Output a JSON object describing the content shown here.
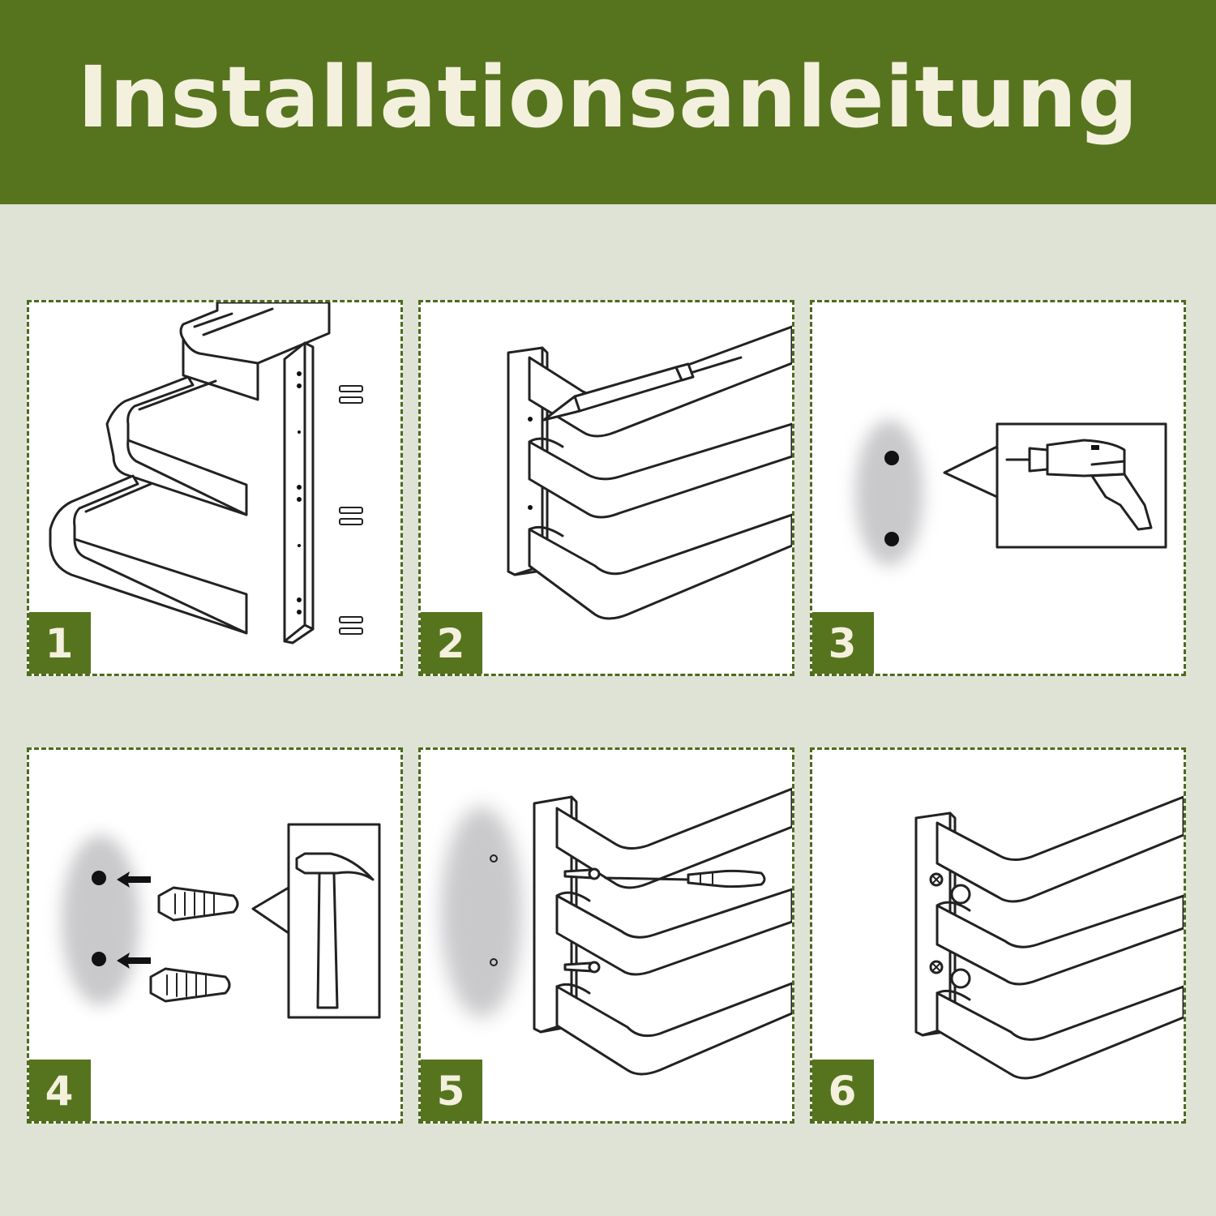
{
  "title": "Installationsanleitung",
  "colors": {
    "banner": "#56741e",
    "title_text": "#f4f0de",
    "background": "#dfe3d5",
    "panel_border": "#4d6a1e"
  },
  "steps": [
    {
      "number": "1",
      "icons": [
        "rack-frame-icon",
        "mounting-plate-icon",
        "screws-icon"
      ]
    },
    {
      "number": "2",
      "icons": [
        "rack-frame-icon",
        "pencil-icon"
      ]
    },
    {
      "number": "3",
      "icons": [
        "drill-holes-icon",
        "power-drill-icon"
      ]
    },
    {
      "number": "4",
      "icons": [
        "drill-holes-icon",
        "wall-plug-icon",
        "hammer-icon"
      ]
    },
    {
      "number": "5",
      "icons": [
        "rack-frame-icon",
        "screw-icon",
        "screwdriver-icon"
      ]
    },
    {
      "number": "6",
      "icons": [
        "rack-frame-icon",
        "mounted-screws-icon"
      ]
    }
  ]
}
